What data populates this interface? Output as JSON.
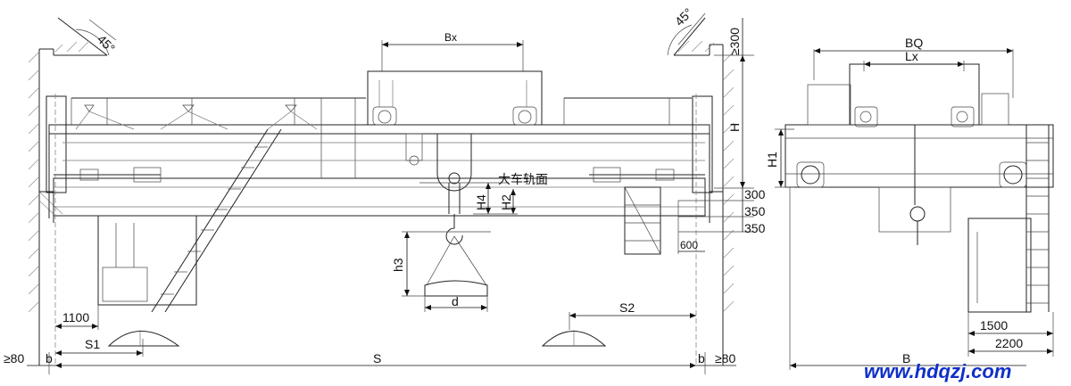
{
  "front_view": {
    "angle_left": "45°",
    "angle_right": "45°",
    "clearance_top": "≥300",
    "bx": "Bx",
    "h": "H",
    "rail_surface": "大车轨面",
    "h4": "H4",
    "h2": "H2",
    "dim_300": "300",
    "dim_350_a": "350",
    "dim_350_b": "350",
    "dim_600": "600",
    "h3": "h3",
    "d": "d",
    "dim_1100": "1100",
    "s1": "S1",
    "s2": "S2",
    "min_80_left": "≥80",
    "b_left": "b",
    "s": "S",
    "b_right": "b",
    "min_80_right": "≥80"
  },
  "side_view": {
    "bq": "BQ",
    "lx": "Lx",
    "h1": "H1",
    "dim_1500": "1500",
    "dim_2200": "2200",
    "b": "B"
  },
  "watermark": "www.hdqzj.com"
}
